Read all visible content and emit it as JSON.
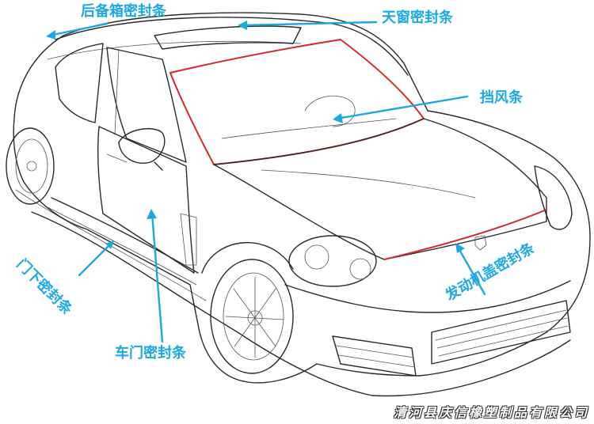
{
  "colors": {
    "label": "#1ba9e1",
    "arrow": "#1ba9e1",
    "seal": "#d42a2a",
    "outline": "#2a2a2a"
  },
  "labels": {
    "rear_trunk_seal": "后备箱密封条",
    "sunroof_seal": "天窗密封条",
    "windshield_strip": "挡风条",
    "engine_hood_seal": "发动机盖密封条",
    "door_bottom_seal": "门下密封条",
    "car_door_seal": "车门密封条"
  },
  "footer": {
    "company": "清河县庆信橡塑制品有限公司"
  }
}
